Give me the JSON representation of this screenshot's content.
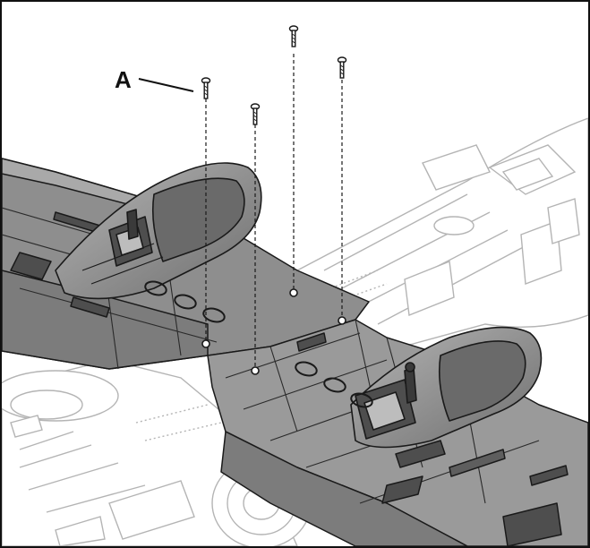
{
  "diagram": {
    "callout_label": "A",
    "colors": {
      "wing_fill": "#8e8e8e",
      "wing_dark": "#5e5e5e",
      "wing_light": "#a9a9a9",
      "outline": "#1a1a1a",
      "ghost_line": "#b4b4b4",
      "frame": "#111111"
    },
    "icons": [
      "screw-icon",
      "dashed-guide-line",
      "wing-assembly",
      "engine-nacelle",
      "fuselage-ghost"
    ]
  }
}
